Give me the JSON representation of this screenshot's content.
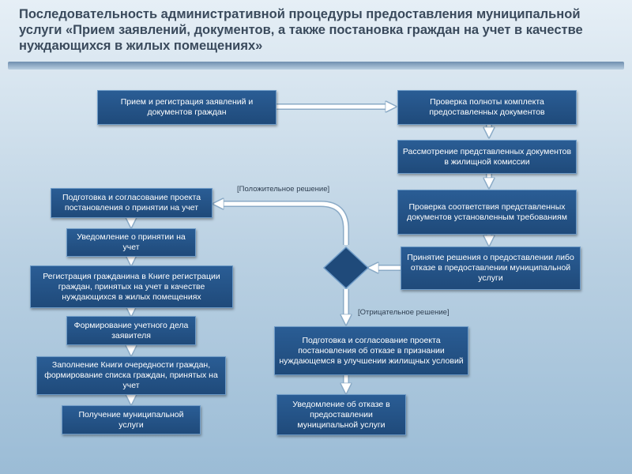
{
  "title": "Последовательность административной процедуры предоставления муниципальной услуги «Прием заявлений, документов, а также постановка граждан на учет в качестве нуждающихся в жилых помещениях»",
  "steps": {
    "reception": "Прием и регистрация заявлений и документов граждан",
    "completeness_check": "Проверка полноты комплекта предоставленных документов",
    "commission_review": "Рассмотрение представленных документов в жилищной комиссии",
    "compliance_check": "Проверка соответствия представленных документов установленным требованиям",
    "decision": "Принятие решения о предоставлении либо отказе в предоставлении муниципальной услуги",
    "prepare_acceptance": "Подготовка и согласование проекта постановления о принятии на учет",
    "notify_acceptance": "Уведомление о принятии на учет",
    "register_citizen": "Регистрация гражданина в Книге регистрации граждан, принятых на учет в качестве нуждающихся в жилых помещениях",
    "form_file": "Формирование учетного дела заявителя",
    "queue_book": "Заполнение Книги очередности граждан, формирование списка граждан, принятых на учет",
    "service_received": "Получение муниципальной услуги",
    "prepare_refusal": "Подготовка и согласование проекта постановления об отказе в признании нуждающемся в улучшении жилищных условий",
    "notify_refusal": "Уведомление об отказе в предоставлении муниципальной услуги"
  },
  "labels": {
    "positive": "[Положительное решение]",
    "negative": "[Отрицательное решение]"
  },
  "colors": {
    "box": "#1f4a7a",
    "arrow": "#ffffff",
    "arrow_outline": "#8aaac6"
  }
}
